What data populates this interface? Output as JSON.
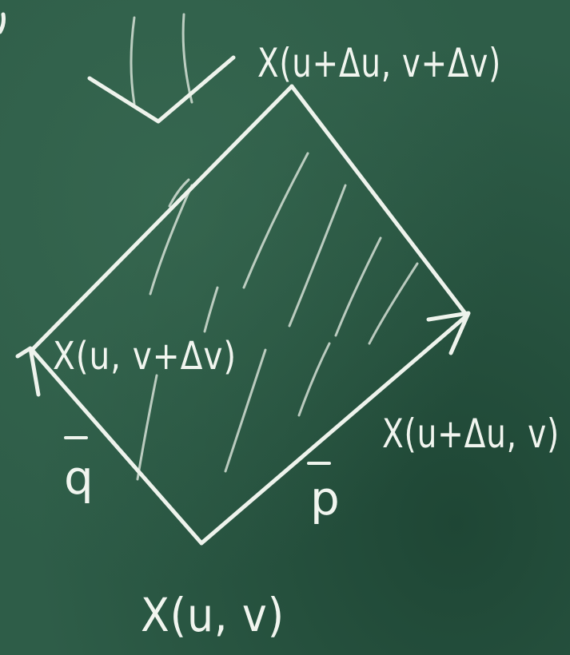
{
  "labels": {
    "corner_top": "X(u+Δu, v+Δv)",
    "corner_left": "X(u, v+Δv)",
    "corner_right": "X(u+Δu, v)",
    "corner_bottom": "X(u, v)",
    "vector_p": "p",
    "vector_q": "q"
  },
  "colors": {
    "chalkboard": "#2e5d48",
    "chalk": "#eef3ec"
  }
}
